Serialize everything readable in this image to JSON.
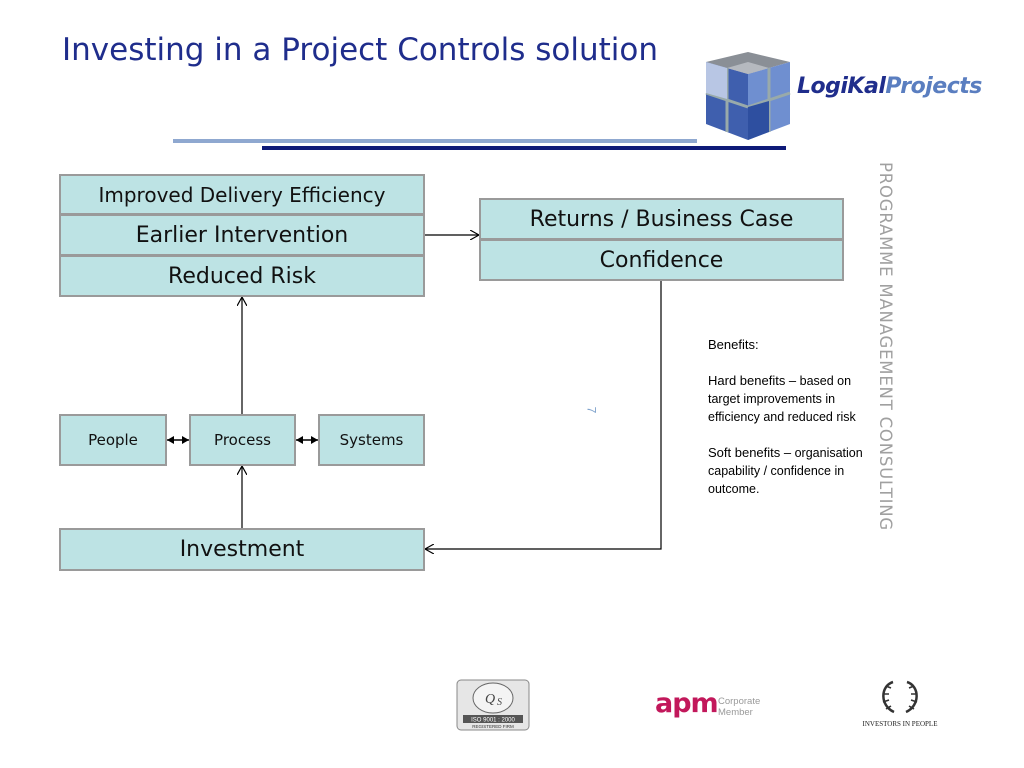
{
  "title": "Investing in a Project Controls solution",
  "logo": {
    "text_part1": "LogiKal",
    "text_part2": "Projects"
  },
  "side_text": "PROGRAMME MANAGEMENT CONSULTING",
  "diagram": {
    "outcomes": [
      "Improved Delivery Efficiency",
      "Earlier Intervention",
      "Reduced Risk"
    ],
    "returns": [
      "Returns / Business Case",
      "Confidence"
    ],
    "enablers": [
      "People",
      "Process",
      "Systems"
    ],
    "investment": "Investment"
  },
  "benefits": {
    "heading": "Benefits:",
    "hard_label": "Hard benefits –",
    "hard_text": " based on target improvements in efficiency and reduced risk",
    "soft_label": "Soft benefits –",
    "soft_text": " organisation capability / confidence in outcome."
  },
  "page_number": "7",
  "footer_logos": {
    "iso_text": "ISO 9001 : 2000",
    "iso_sub": "REGISTERED FIRM",
    "apm_text": "apm",
    "apm_sub1": "Corporate",
    "apm_sub2": "Member",
    "iip_text": "INVESTORS IN PEOPLE"
  },
  "colors": {
    "title": "#1f2d8c",
    "box_fill": "#bde3e4",
    "box_border": "#9a9a9a",
    "rule_light": "#8fa8d0",
    "rule_dark": "#0e1a78"
  }
}
